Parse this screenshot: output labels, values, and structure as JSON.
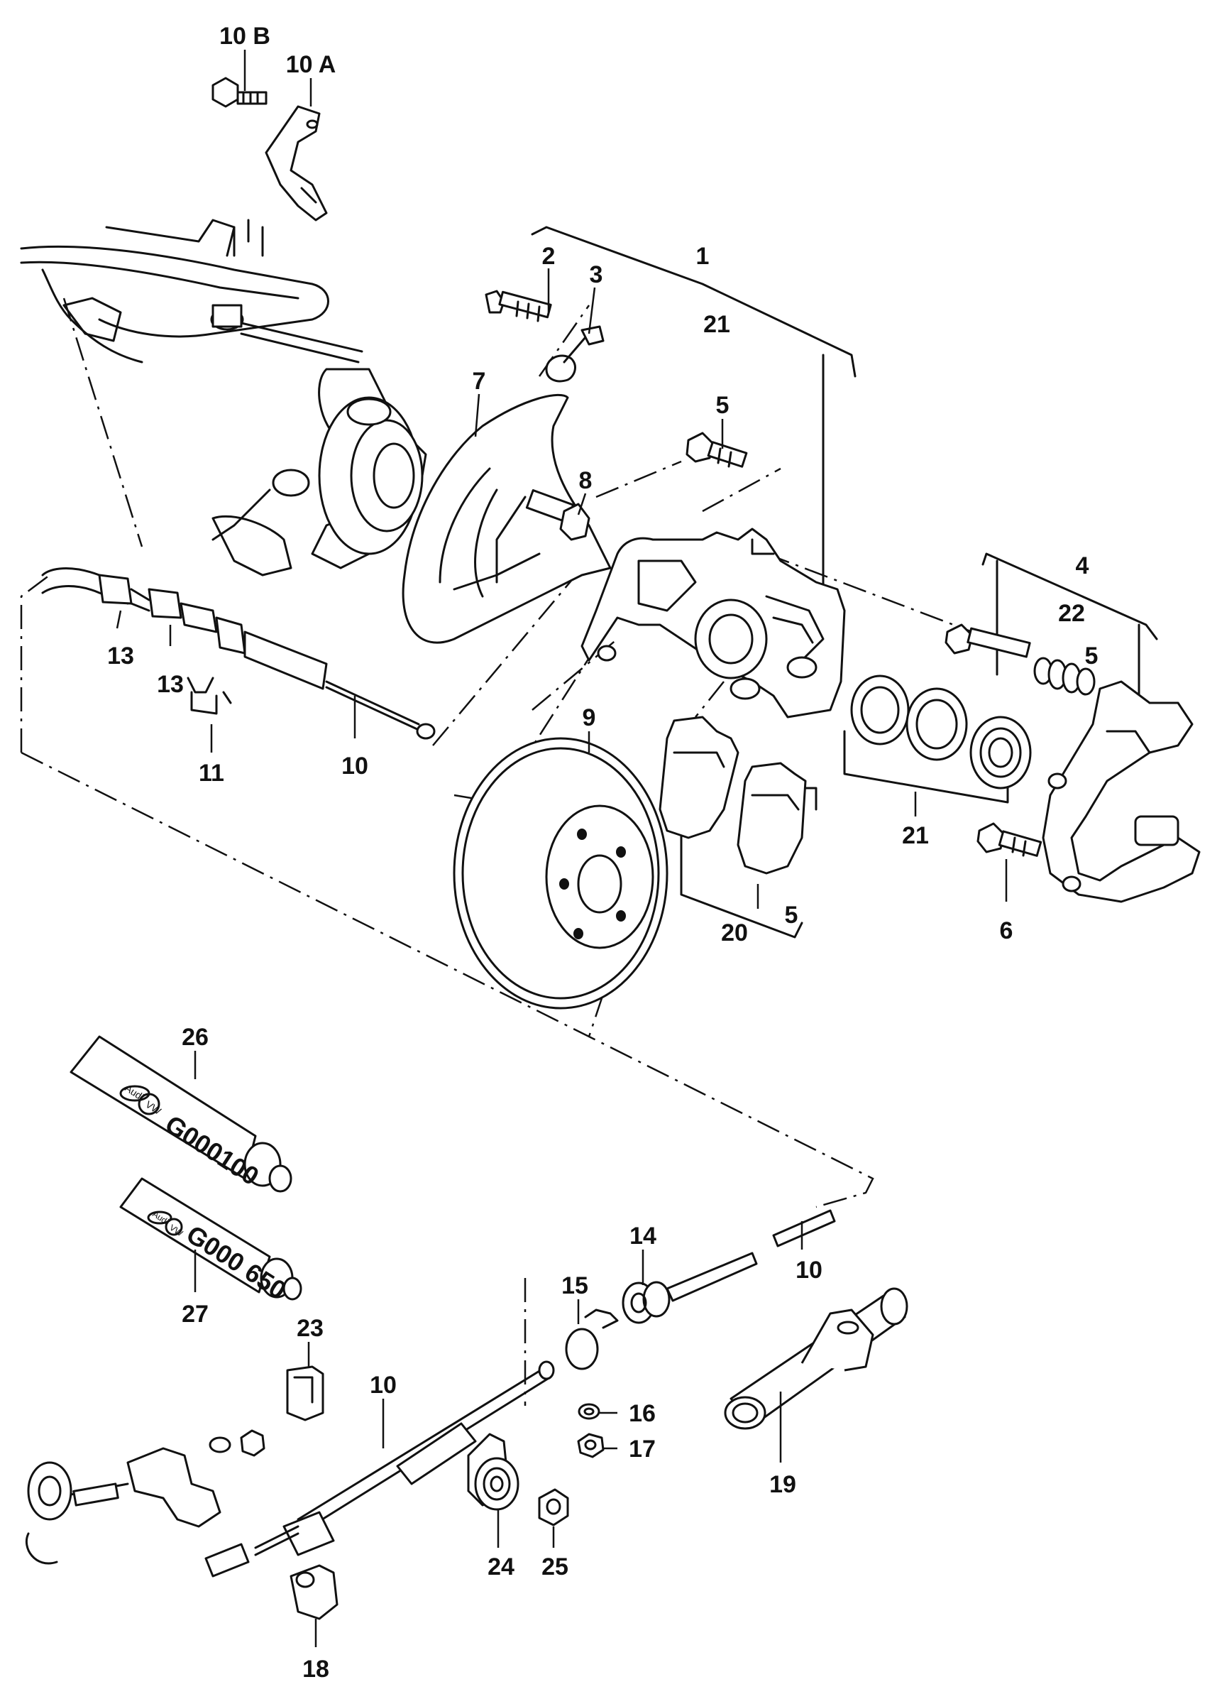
{
  "callouts": {
    "c10B": "10 B",
    "c10A": "10 A",
    "c1": "1",
    "c2": "2",
    "c3": "3",
    "c21_top": "21",
    "c5_bolt": "5",
    "c7": "7",
    "c8": "8",
    "c4": "4",
    "c22": "22",
    "c5_guide": "5",
    "c13_a": "13",
    "c13_b": "13",
    "c11": "11",
    "c10_cable": "10",
    "c9": "9",
    "c21_seals": "21",
    "c6": "6",
    "c20": "20",
    "c5_pads": "5",
    "c26": "26",
    "c27": "27",
    "c14": "14",
    "c15": "15",
    "c10_tube": "10",
    "c16": "16",
    "c17": "17",
    "c23": "23",
    "c10_lower": "10",
    "c19": "19",
    "c24": "24",
    "c25": "25",
    "c18": "18"
  },
  "tubes": {
    "tube26_brand": "Audi",
    "tube26_logo": "VW",
    "tube26_code": "G000100",
    "tube27_brand": "Audi",
    "tube27_logo": "VW",
    "tube27_code": "G000 650"
  }
}
